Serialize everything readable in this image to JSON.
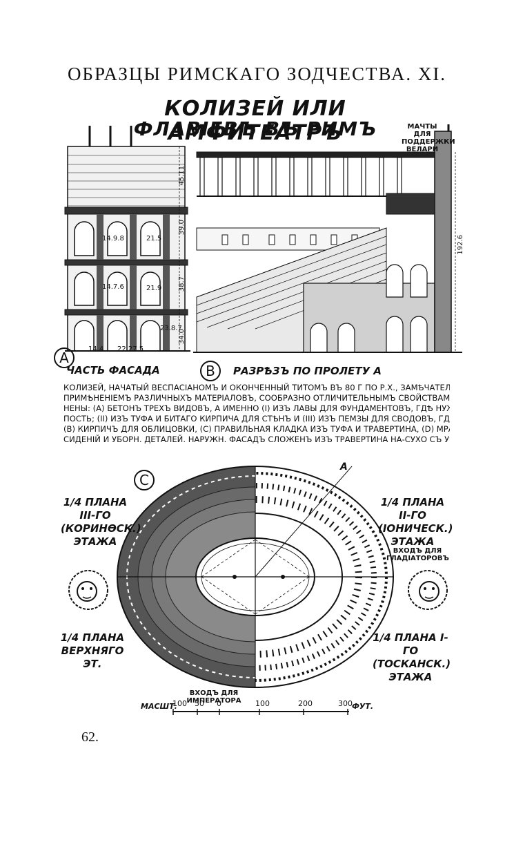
{
  "header": "ОБРАЗЦЫ РИМСКАГО ЗОДЧЕСТВА. XI.",
  "title_line1": "КОЛИЗЕЙ ИЛИ АМФИТЕАТРЪ",
  "title_line2": "ФЛАВІЕВЪ ВЪ РИМЪ",
  "labels": {
    "a": "А",
    "b": "В",
    "c": "С",
    "facade": "ЧАСТЬ ФАСАДА",
    "section": "РАЗРѢЗЪ ПО ПРОЛЕТУ А",
    "masts": "МАЧТЫ ДЛЯ ПОДДЕРЖКИ ВЕЛАРИ",
    "entry_gladiators": "ВХОДЪ ДЛЯ ГЛАДІАТОРОВЪ",
    "entry_emperor": "ВХОДЪ ДЛЯ ИМПЕРАТОРА",
    "plan_iii": "1/4 ПЛАНА III-ГО (КОРИНѲСК.) ЭТАЖА",
    "plan_ii": "1/4 ПЛАНА II-ГО (ІОНИЧЕСК.) ЭТАЖА",
    "plan_top": "1/4 ПЛАНА ВЕРХНЯГО ЭТ.",
    "plan_i": "1/4 ПЛАНА I-ГО (ТОСКАНСК.) ЭТАЖА",
    "a_mark": "А"
  },
  "caption": [
    "КОЛИЗЕЙ, НАЧАТЫЙ ВЕСПАСІАНОМЪ И ОКОНЧЕННЫЙ ТИТОМЪ ВЪ 80 Г ПО Р.Х., ЗАМѢЧАТЕЛЕНЪ ИСКУСНЫМЪ",
    "ПРИМѢНЕНІЕМЪ РАЗЛИЧНЫХЪ МАТЕРІАЛОВЪ, СООБРАЗНО ОТЛИЧИТЕЛЬНЫМЪ СВОЙСТВАМЪ КАЖДАГО. ПРИМѢ-",
    "НЕНЫ: (А) БЕТОНЪ ТРЕХЪ ВИДОВЪ, А ИМЕННО (I) ИЗЪ ЛАВЫ ДЛЯ ФУНДАМЕНТОВЪ, ГДѢ НУЖНА ОСОБЕННАЯ КРѢ-",
    "ПОСТЬ; (II) ИЗЪ ТУФА И БИТАГО КИРПИЧА ДЛЯ СТѢНЪ И (III) ИЗЪ ПЕМЗЫ ДЛЯ СВОДОВЪ, ГДѢ НУЖНА ЛЕГКОСТЬ;",
    "(B) КИРПИЧЪ ДЛЯ ОБЛИЦОВКИ, (C) ПРАВИЛЬНАЯ КЛАДКА ИЗЪ ТУФА И ТРАВЕРТИНА, (D) МРАМОРЪ ДЛЯ КОЛОННЪ,",
    "СИДЕНІЙ И УБОРН. ДЕТАЛЕЙ. НАРУЖН. ФАСАДЪ СЛОЖЕНЪ ИЗЪ ТРАВЕРТИНА НА-СУХО СЪ УКРѢПЛЕНІЕМЪ СКОБАМИ."
  ],
  "dimensions": [
    "45.11",
    "39.0",
    "38.7",
    "34.0",
    "192.6",
    "14.9.8",
    "14.7.6",
    "21.5",
    "21.9",
    "23.8.7",
    "22.27.5",
    "14.4"
  ],
  "scale": {
    "prefix": "МАСШТ.",
    "ticks": [
      "100",
      "50",
      "0",
      "100",
      "200",
      "300"
    ],
    "unit": "ФУТ."
  },
  "page_number": "62."
}
